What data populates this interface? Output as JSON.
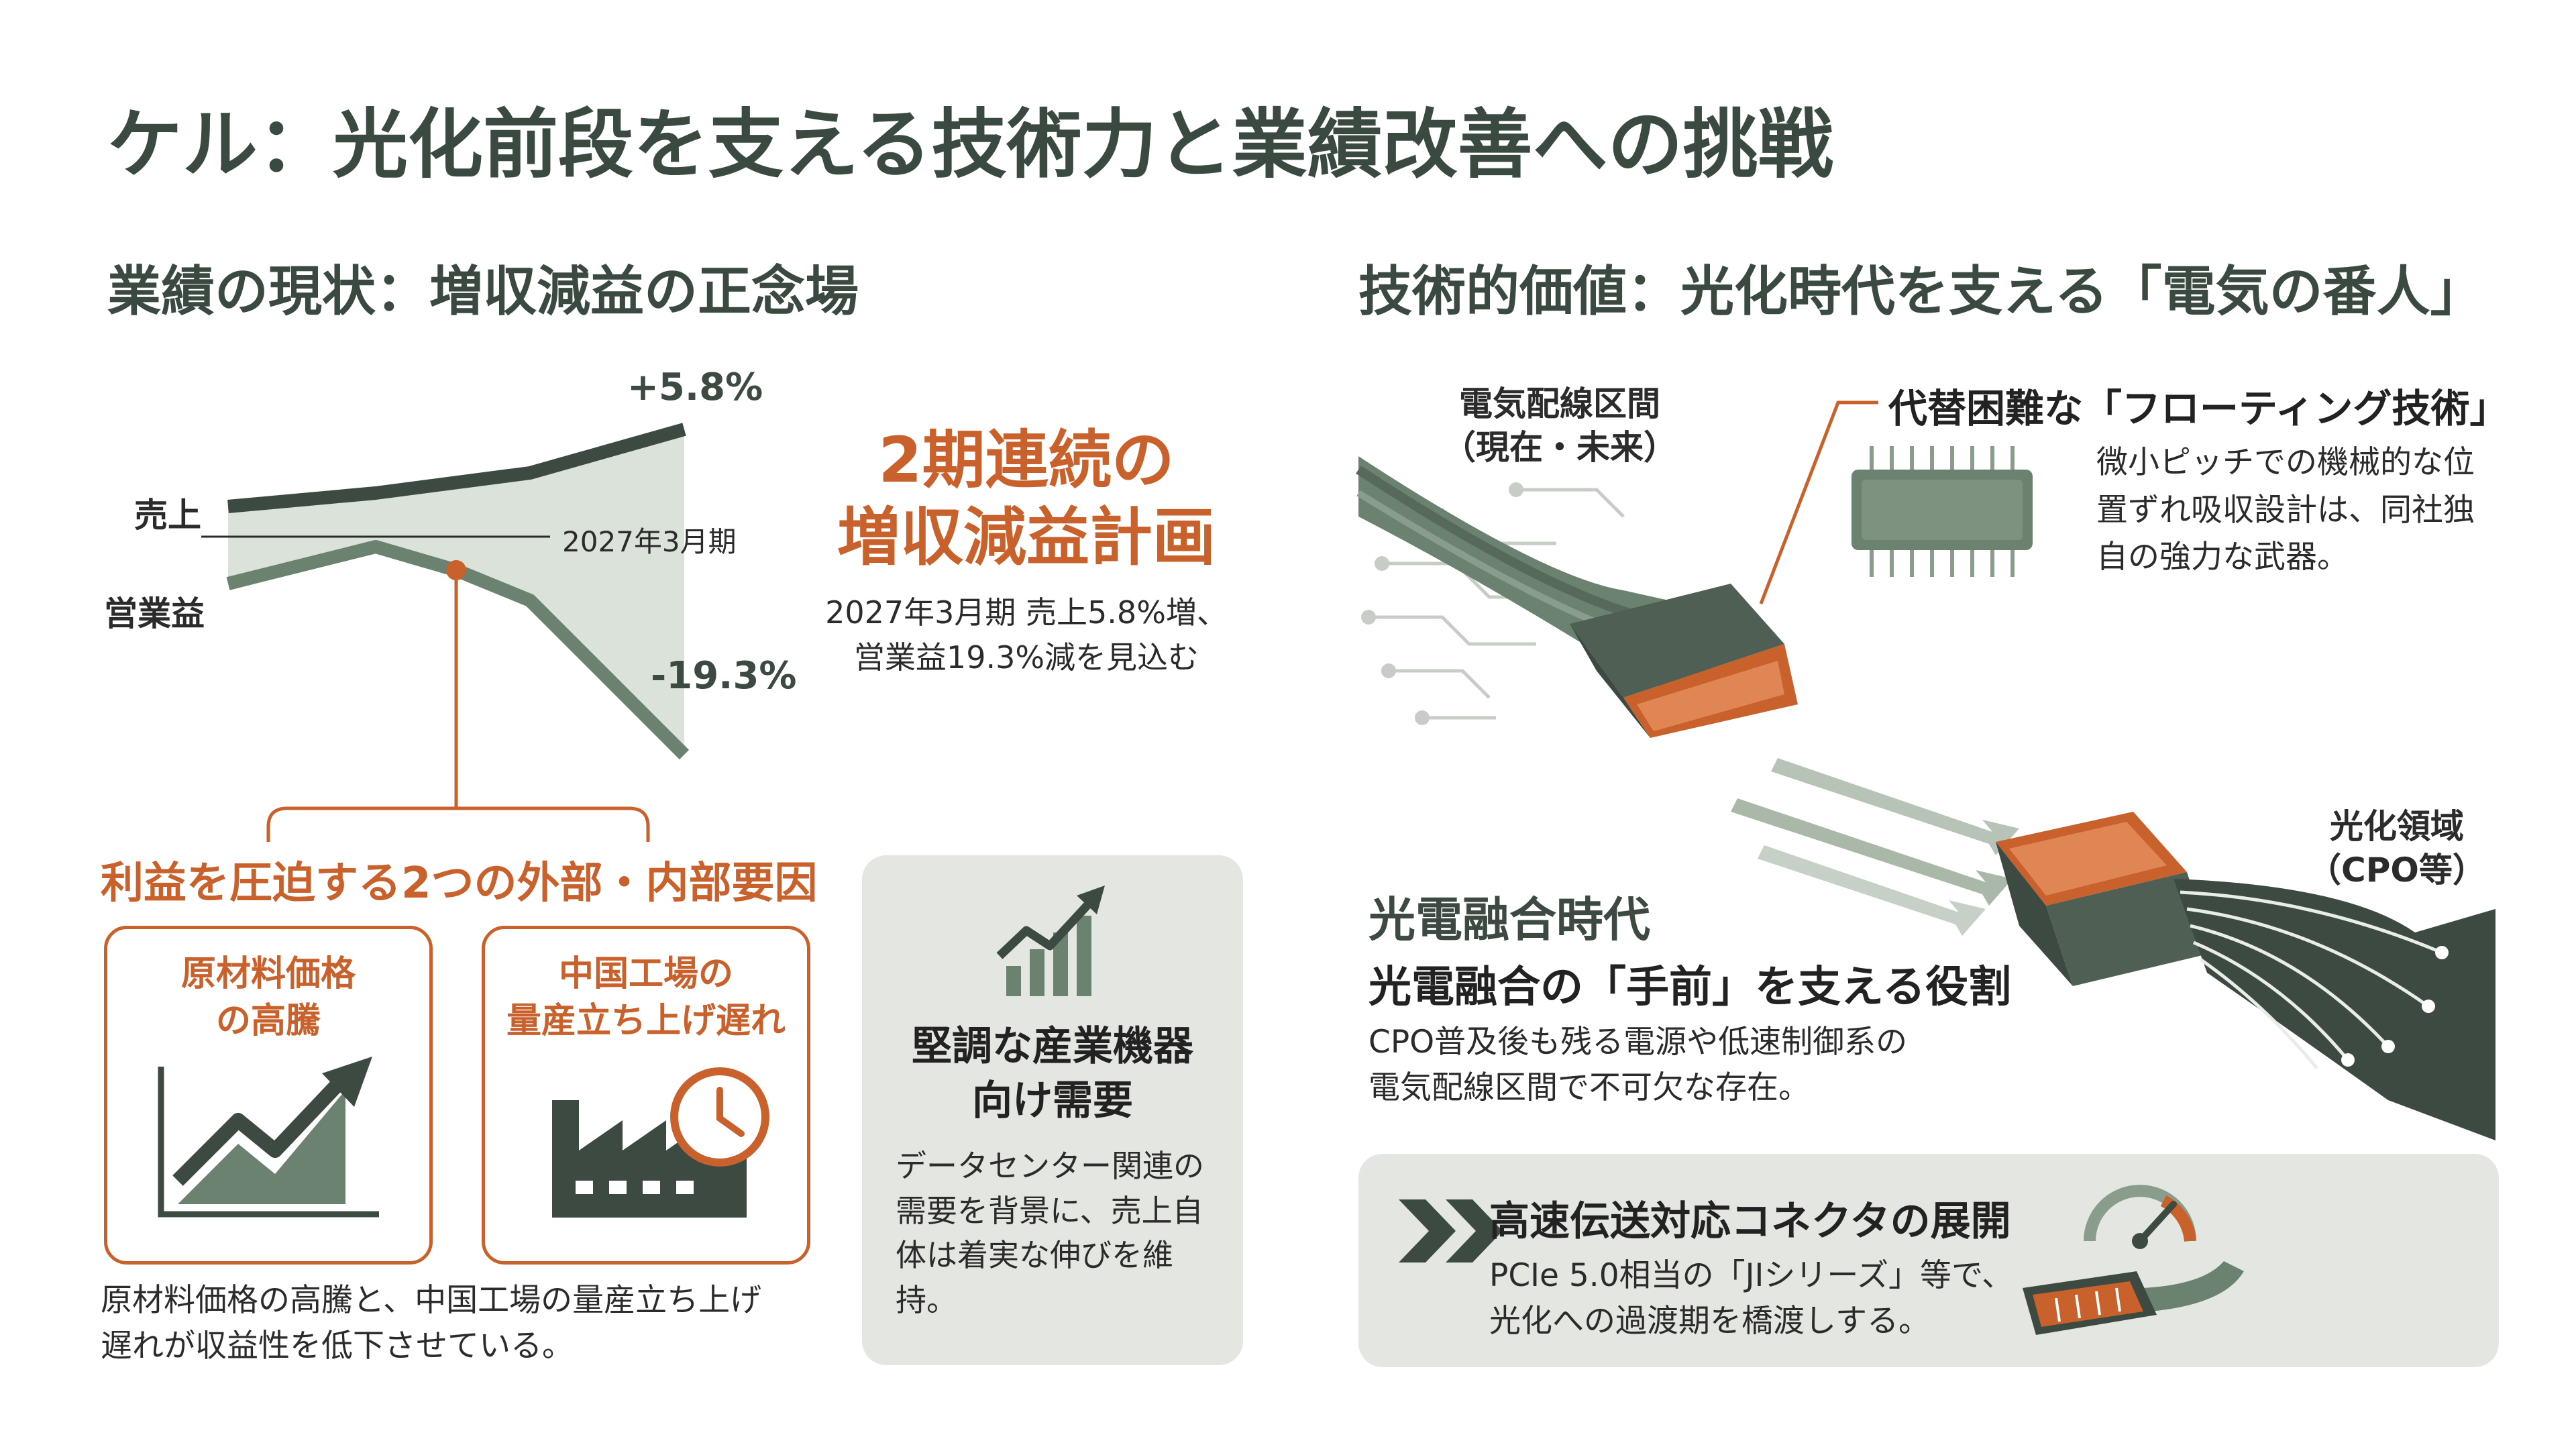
{
  "title": "ケル：光化前段を支える技術力と業績改善への挑戦",
  "left": {
    "heading": "業績の現状：増収減益の正念場",
    "chart": {
      "sales_label": "売上",
      "op_label": "営業益",
      "period_label": "2027年3月期",
      "sales_change": "+5.8%",
      "op_change": "-19.3%"
    },
    "plan": {
      "title_line1": "2期連続の",
      "title_line2": "増収減益計画",
      "desc_line1": "2027年3月期 売上5.8%増、",
      "desc_line2": "営業益19.3%減を見込む"
    },
    "factors": {
      "heading": "利益を圧迫する2つの外部・内部要因",
      "card1_line1": "原材料価格",
      "card1_line2": "の高騰",
      "card2_line1": "中国工場の",
      "card2_line2": "量産立ち上げ遅れ",
      "note_line1": "原材料価格の高騰と、中国工場の量産立ち上げ",
      "note_line2": "遅れが収益性を低下させている。"
    },
    "demand": {
      "title_line1": "堅調な産業機器",
      "title_line2": "向け需要",
      "desc_line1": "データセンター関連の",
      "desc_line2": "需要を背景に、売上自",
      "desc_line3": "体は着実な伸びを維",
      "desc_line4": "持。"
    }
  },
  "right": {
    "heading": "技術的価値：光化時代を支える「電気の番人」",
    "electric_label_line1": "電気配線区間",
    "electric_label_line2": "（現在・未来）",
    "floating": {
      "title": "代替困難な「フローティング技術」",
      "desc_line1": "微小ピッチでの機械的な位",
      "desc_line2": "置ずれ吸収設計は、同社独",
      "desc_line3": "自の強力な武器。"
    },
    "optical_label_line1": "光化領域",
    "optical_label_line2": "（CPO等）",
    "fusion": {
      "title": "光電融合時代",
      "subtitle": "光電融合の「手前」を支える役割",
      "desc_line1": "CPO普及後も残る電源や低速制御系の",
      "desc_line2": "電気配線区間で不可欠な存在。"
    },
    "highspeed": {
      "title": "高速伝送対応コネクタの展開",
      "desc_line1": "PCIe 5.0相当の「JIシリーズ」等で、",
      "desc_line2": "光化への過渡期を橋渡しする。"
    }
  },
  "colors": {
    "dark_green": "#3d4a42",
    "mid_green": "#6b8270",
    "light_green": "#d7ded6",
    "orange": "#c8612b",
    "panel_bg": "#e3e6e1"
  },
  "icons": [
    "chevron-double-icon",
    "speed-gauge-icon",
    "growth-chart-icon",
    "factory-clock-icon",
    "rising-arrow-chart-icon",
    "chip-icon"
  ]
}
